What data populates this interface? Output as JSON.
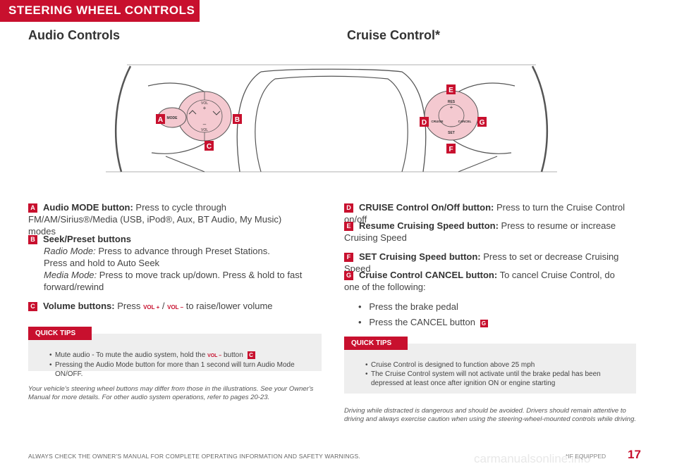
{
  "header": {
    "title": "STEERING WHEEL CONTROLS"
  },
  "titles": {
    "audio": "Audio Controls",
    "cruise": "Cruise Control*"
  },
  "diagram": {
    "callouts": [
      "A",
      "B",
      "C",
      "D",
      "E",
      "F",
      "G"
    ],
    "left_buttons": {
      "top": "VOL",
      "bottom": "VOL",
      "left": "MODE"
    },
    "right_buttons": {
      "top": "RES",
      "bottom": "SET",
      "left": "CRUISE",
      "right": "CANCEL"
    }
  },
  "audio_items": {
    "a": {
      "badge": "A",
      "term": "Audio MODE button:",
      "text": " Press to cycle through FM/AM/Sirius®/Media (USB, iPod®, Aux, BT Audio, My Music) modes"
    },
    "b": {
      "badge": "B",
      "term": "Seek/Preset buttons",
      "radio_mode": "Radio Mode:",
      "radio_text": " Press to advance through Preset Stations.",
      "radio_text2": "Press and hold to Auto Seek",
      "media_mode": "Media Mode:",
      "media_text": " Press to move track up/down. Press & hold to fast forward/rewind"
    },
    "c": {
      "badge": "C",
      "term": "Volume buttons:",
      "text_pre": " Press ",
      "vol_up": "VOL +",
      "sep": " / ",
      "vol_down": "VOL –",
      "text_post": " to raise/lower volume"
    }
  },
  "audio_tips": {
    "label": "QUICK TIPS",
    "tip1_pre": "Mute audio - To mute the audio system, hold the ",
    "tip1_icon": "VOL –",
    "tip1_post": " button ",
    "tip1_badge": "C",
    "tip2": "Pressing the Audio Mode button for more than 1 second will turn Audio Mode ON/OFF."
  },
  "audio_note": "Your vehicle's steering wheel buttons may differ from those in the illustrations. See your Owner's Manual for more details. For other audio system operations, refer to pages 20-23.",
  "cruise_items": {
    "d": {
      "badge": "D",
      "term": "CRUISE Control On/Off button:",
      "text": " Press to turn the Cruise Control on/off"
    },
    "e": {
      "badge": "E",
      "term": "Resume Cruising Speed button:",
      "text": " Press to resume or increase Cruising Speed"
    },
    "f": {
      "badge": "F",
      "term": "SET Cruising Speed button:",
      "text": " Press to set or decrease Cruising Speed"
    },
    "g": {
      "badge": "G",
      "term": "Cruise Control CANCEL button:",
      "text": " To cancel Cruise Control, do one of the following:"
    },
    "bullets": [
      "Press the brake pedal",
      "Press the CANCEL button "
    ],
    "bullet_badge": "G"
  },
  "cruise_tips": {
    "label": "QUICK TIPS",
    "tip1": "Cruise Control is designed to function above 25 mph",
    "tip2": "The Cruise Control system will not activate until the brake pedal has been depressed at least once after ignition ON or engine starting"
  },
  "cruise_note": "Driving while distracted is dangerous and should be avoided. Drivers should remain attentive to driving and always exercise caution when using the steering-wheel-mounted controls while driving.",
  "footer": {
    "left": "ALWAYS CHECK THE OWNER'S MANUAL FOR COMPLETE OPERATING INFORMATION AND SAFETY WARNINGS.",
    "right": "*IF EQUIPPED",
    "page": "17",
    "watermark": "carmanualsonline.info"
  },
  "colors": {
    "accent": "#c8102e",
    "button_fill": "#f4c9d0",
    "tips_bg": "#eeeeee"
  }
}
